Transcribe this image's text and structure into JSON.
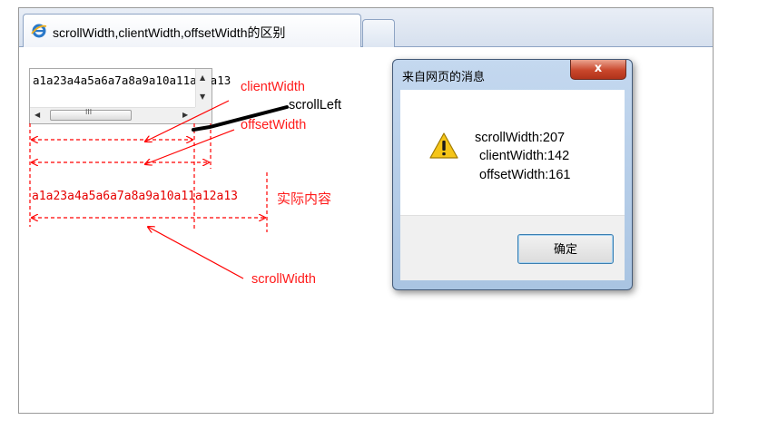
{
  "browser": {
    "tab_title": "scrollWidth,clientWidth,offsetWidth的区别"
  },
  "demo": {
    "textarea_value": "a1a23a4a5a6a7a8a9a10a11a12a13",
    "actual_content_text": "a1a23a4a5a6a7a8a9a10a11a12a13",
    "scroll_grip": "III"
  },
  "annotations": {
    "client_width": "clientWidth",
    "scroll_left": "scrollLeft",
    "offset_width": "offsetWidth",
    "actual_content": "实际内容",
    "scroll_width": "scrollWidth",
    "color": "#ff0000"
  },
  "alert": {
    "title": "来自网页的消息",
    "close": "x",
    "lines": [
      "scrollWidth:207",
      "clientWidth:142",
      "offsetWidth:161"
    ],
    "ok_label": "确定",
    "icon": "warning-icon"
  }
}
